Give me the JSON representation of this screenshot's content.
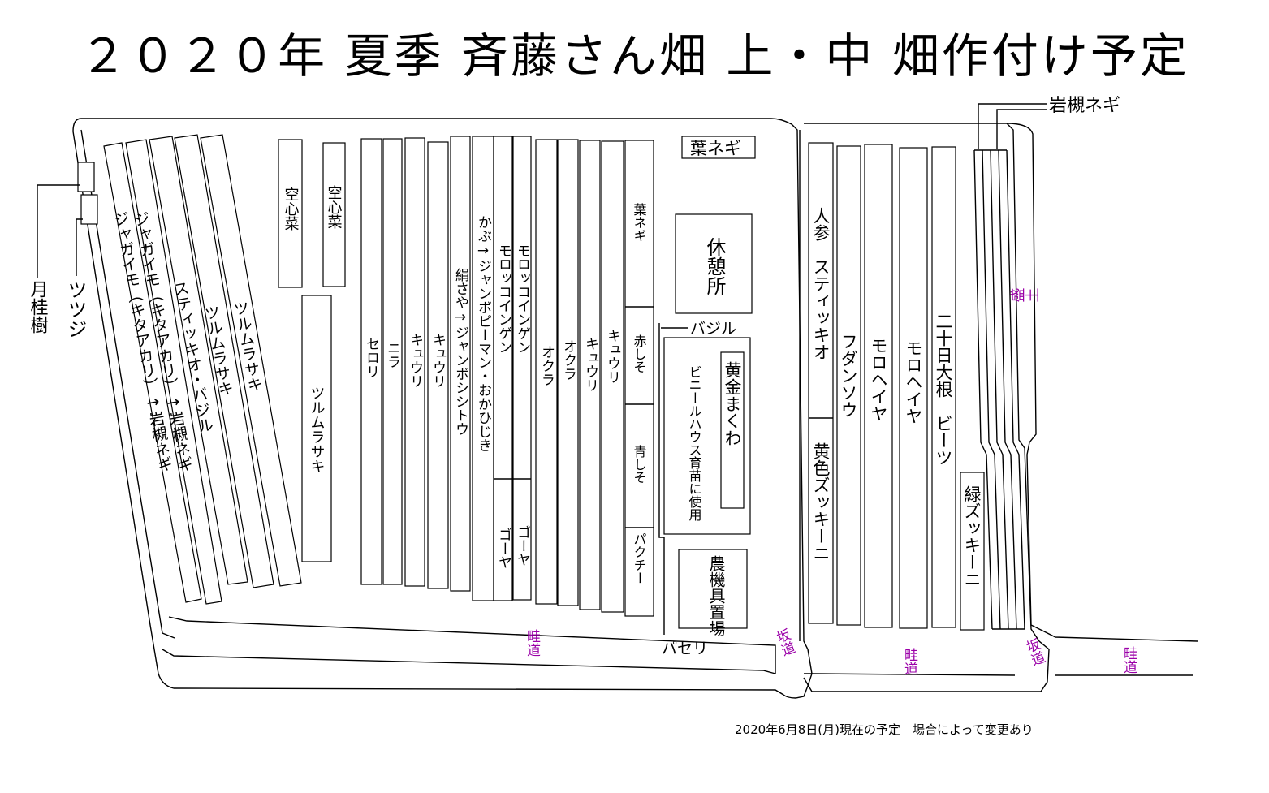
{
  "title": "２０２０年 夏季 斉藤さん畑 上・中 畑作付け予定",
  "footer_note": "2020年6月8日(月)現在の予定　場合によって変更あり",
  "colors": {
    "path_label": "#9b00a8",
    "line": "#000000"
  },
  "labels": {
    "tsukikeiju": "月桂樹",
    "tsutsuji": "ツツジ",
    "iwatsuki_negi_top": "岩槻ネギ",
    "basil_pointer": "バジル",
    "parsley_pointer": "パセリ"
  },
  "slanted_beds": [
    {
      "label": "ジャガイモ（キタアカリ）→岩槻ネギ"
    },
    {
      "label": "ジャガイモ（キタアカリ）→岩槻ネギ"
    },
    {
      "label": "スティッキオ・バジル"
    },
    {
      "label": "ツルムラサキ"
    },
    {
      "label": "ツルムラサキ"
    }
  ],
  "small_beds": [
    {
      "label": "空心菜"
    },
    {
      "label": "空心菜"
    },
    {
      "label": "ツルムラサキ"
    }
  ],
  "beds": [
    {
      "label": "セロリ"
    },
    {
      "label": "ニラ"
    },
    {
      "label": "キュウリ"
    },
    {
      "label": "キュウリ"
    },
    {
      "label": "絹さや→ジャンボシシトウ"
    },
    {
      "label": "かぶ→ジャンボピーマン・おかひじき"
    },
    {
      "label": "モロッコインゲン"
    },
    {
      "label": "ゴーヤ"
    },
    {
      "label": "モロッコインゲン"
    },
    {
      "label": "ゴーヤ"
    },
    {
      "label": "オクラ"
    },
    {
      "label": "オクラ"
    },
    {
      "label": "キュウリ"
    },
    {
      "label": "キュウリ"
    }
  ],
  "herb_bed": [
    {
      "label": "葉ネギ"
    },
    {
      "label": "赤しそ"
    },
    {
      "label": "青しそ"
    },
    {
      "label": "パクチー"
    }
  ],
  "facilities": {
    "ha_negi_box": "葉ネギ",
    "rest_area": "休憩所",
    "greenhouse_crop": "黄金まくわ",
    "greenhouse_note": "ビニールハウス育苗に使用",
    "tool_storage": "農機具置場"
  },
  "middle_beds": [
    {
      "label": "人参　スティッキオ"
    },
    {
      "label": "黄色ズッキーニ"
    },
    {
      "label": "フダンソウ"
    },
    {
      "label": "モロヘイヤ"
    },
    {
      "label": "モロヘイヤ"
    },
    {
      "label": "二十日大根　ビーツ"
    },
    {
      "label": "緑ズッキーニ"
    }
  ],
  "path_labels": {
    "aze1": "畦道",
    "saka1": "坂道",
    "aze2": "畦道",
    "saka2": "坂道",
    "aze3": "畦道",
    "morido": "盛土"
  }
}
